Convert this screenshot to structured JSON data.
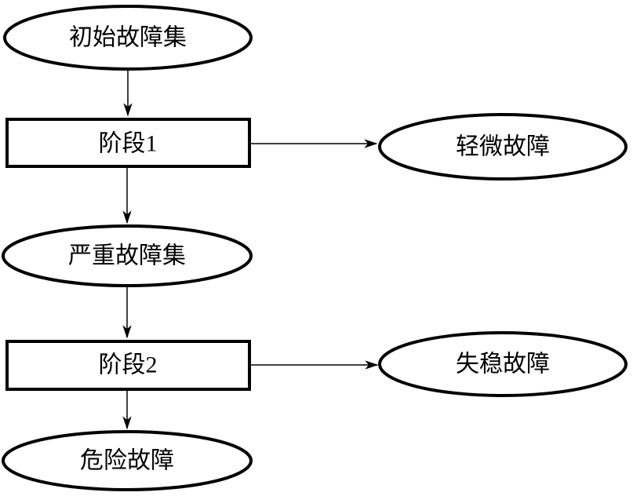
{
  "diagram": {
    "nodes": {
      "initial": {
        "label": "初始故障集",
        "shape": "ellipse"
      },
      "stage1": {
        "label": "阶段1",
        "shape": "rect"
      },
      "minor": {
        "label": "轻微故障",
        "shape": "ellipse"
      },
      "severe": {
        "label": "严重故障集",
        "shape": "ellipse"
      },
      "stage2": {
        "label": "阶段2",
        "shape": "rect"
      },
      "instability": {
        "label": "失稳故障",
        "shape": "ellipse"
      },
      "dangerous": {
        "label": "危险故障",
        "shape": "ellipse"
      }
    },
    "edges": [
      {
        "from": "initial",
        "to": "stage1"
      },
      {
        "from": "stage1",
        "to": "minor"
      },
      {
        "from": "stage1",
        "to": "severe"
      },
      {
        "from": "severe",
        "to": "stage2"
      },
      {
        "from": "stage2",
        "to": "instability"
      },
      {
        "from": "stage2",
        "to": "dangerous"
      }
    ],
    "colors": {
      "stroke": "#000000",
      "background": "#ffffff",
      "text": "#000000"
    }
  }
}
